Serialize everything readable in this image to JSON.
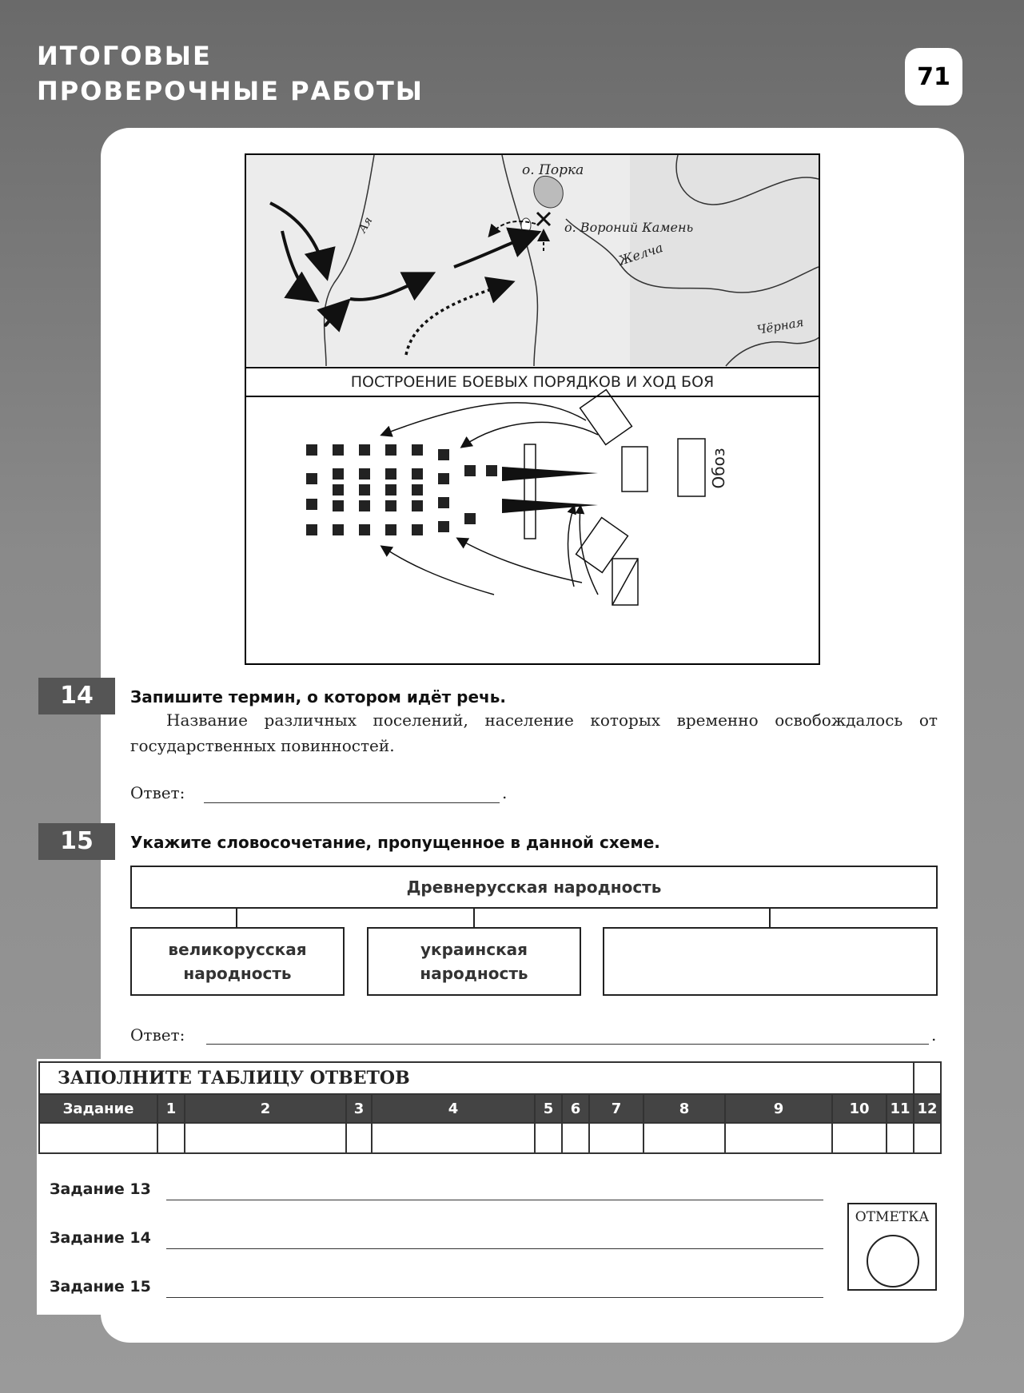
{
  "header": {
    "title_line1": "ИТОГОВЫЕ",
    "title_line2": "ПРОВЕРОЧНЫЕ РАБОТЫ",
    "page_number": "71"
  },
  "map": {
    "labels": {
      "porka": "о. Порка",
      "voroniy": "о. Вороний Камень",
      "ai": "Ая",
      "zhelcha": "Желча",
      "chernaya": "Чёрная"
    },
    "caption": "ПОСТРОЕНИЕ БОЕВЫХ ПОРЯДКОВ И ХОД БОЯ",
    "oboz_label": "Обоз"
  },
  "task14": {
    "number": "14",
    "question": "Запишите термин, о котором идёт речь.",
    "text": "Название различных поселений, население которых временно освобождалось от государственных повинностей.",
    "answer_label": "Ответ:"
  },
  "task15": {
    "number": "15",
    "question": "Укажите словосочетание, пропущенное в данной схеме.",
    "scheme_top": "Древнерусская народность",
    "scheme_box1": "великорусская народность",
    "scheme_box2": "украинская народность",
    "scheme_box3": "",
    "answer_label": "Ответ:"
  },
  "answers_table": {
    "title": "ЗАПОЛНИТЕ ТАБЛИЦУ ОТВЕТОВ",
    "headers": [
      "Задание",
      "1",
      "2",
      "3",
      "4",
      "5",
      "6",
      "7",
      "8",
      "9",
      "10",
      "11",
      "12"
    ]
  },
  "footer_tasks": {
    "t13": "Задание 13",
    "t14": "Задание 14",
    "t15": "Задание 15"
  },
  "otmetka": "ОТМЕТКА"
}
